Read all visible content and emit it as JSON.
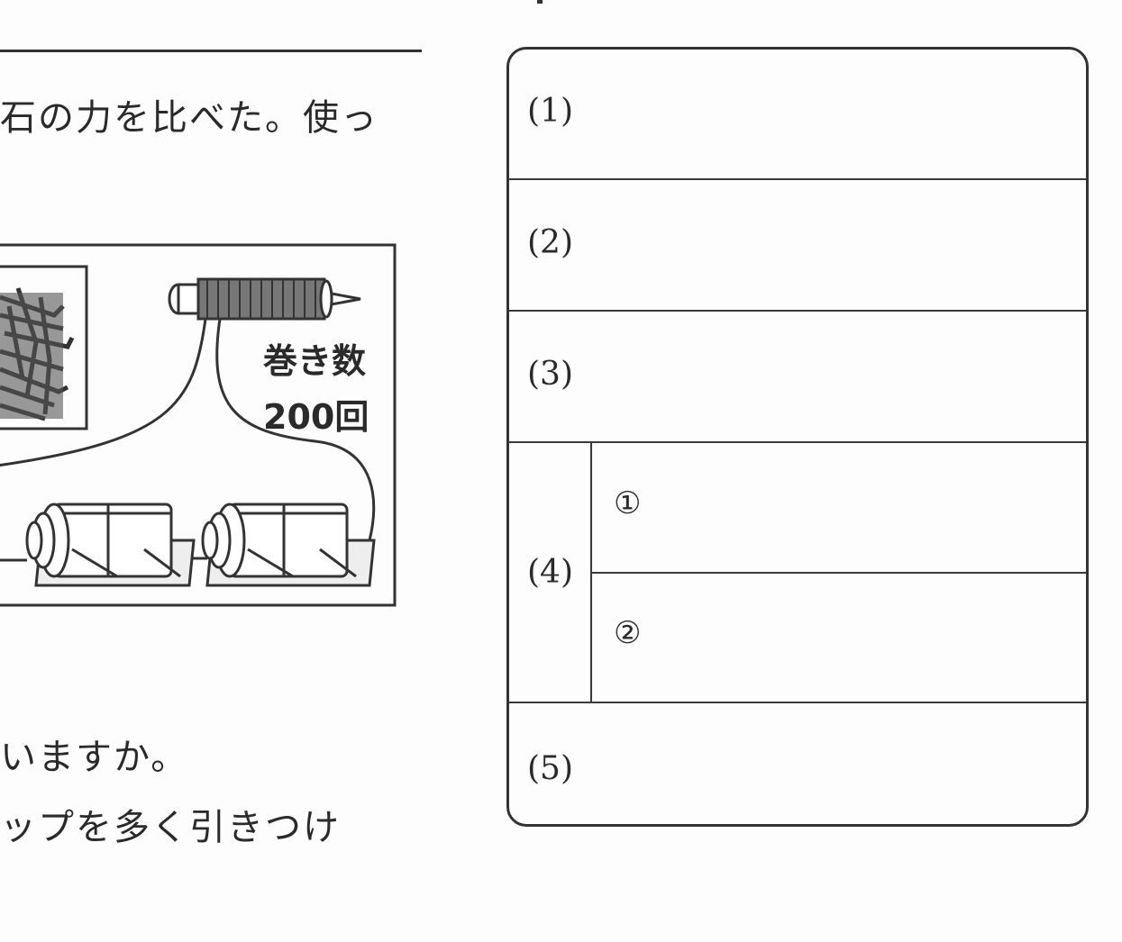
{
  "question": {
    "line1": "石の力を比べた。使っ",
    "line2": "いますか。",
    "line3": "ップを多く引きつけ"
  },
  "figure": {
    "turns_label": "巻き数",
    "turns_count": "200回"
  },
  "answer_sheet": {
    "rows": [
      {
        "label": "(1)"
      },
      {
        "label": "(2)"
      },
      {
        "label": "(3)"
      },
      {
        "label": "(4)",
        "sub": [
          "①",
          "②"
        ]
      },
      {
        "label": "(5)"
      }
    ]
  }
}
